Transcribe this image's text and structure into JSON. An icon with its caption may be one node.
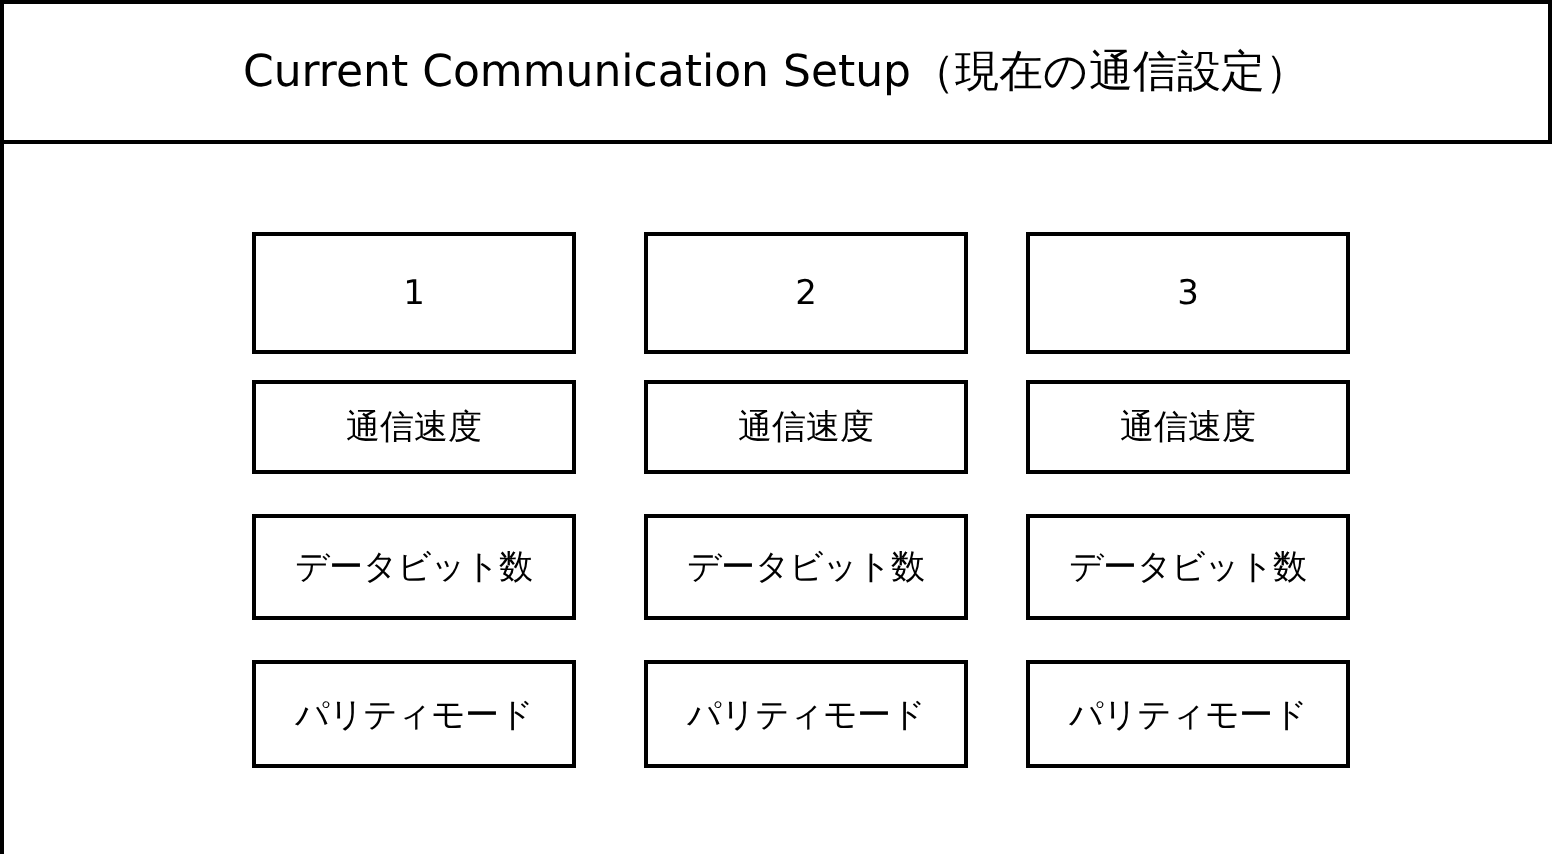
{
  "diagram": {
    "nodes": [
      {
        "text": [
          "Current Communication Setup（現在の通信設定）"
        ]
      },
      {
        "text": [
          "1"
        ]
      },
      {
        "text": [
          "2"
        ]
      },
      {
        "text": [
          "3"
        ]
      },
      {
        "text": [
          "通信速度"
        ]
      },
      {
        "text": [
          "通信速度"
        ]
      },
      {
        "text": [
          "通信速度"
        ]
      },
      {
        "text": [
          "データビット数"
        ]
      },
      {
        "text": [
          "データビット数"
        ]
      },
      {
        "text": [
          "データビット数"
        ]
      },
      {
        "text": [
          "パリティモード"
        ]
      },
      {
        "text": [
          "パリティモード"
        ]
      },
      {
        "text": [
          "パリティモード"
        ]
      }
    ],
    "edges": []
  }
}
